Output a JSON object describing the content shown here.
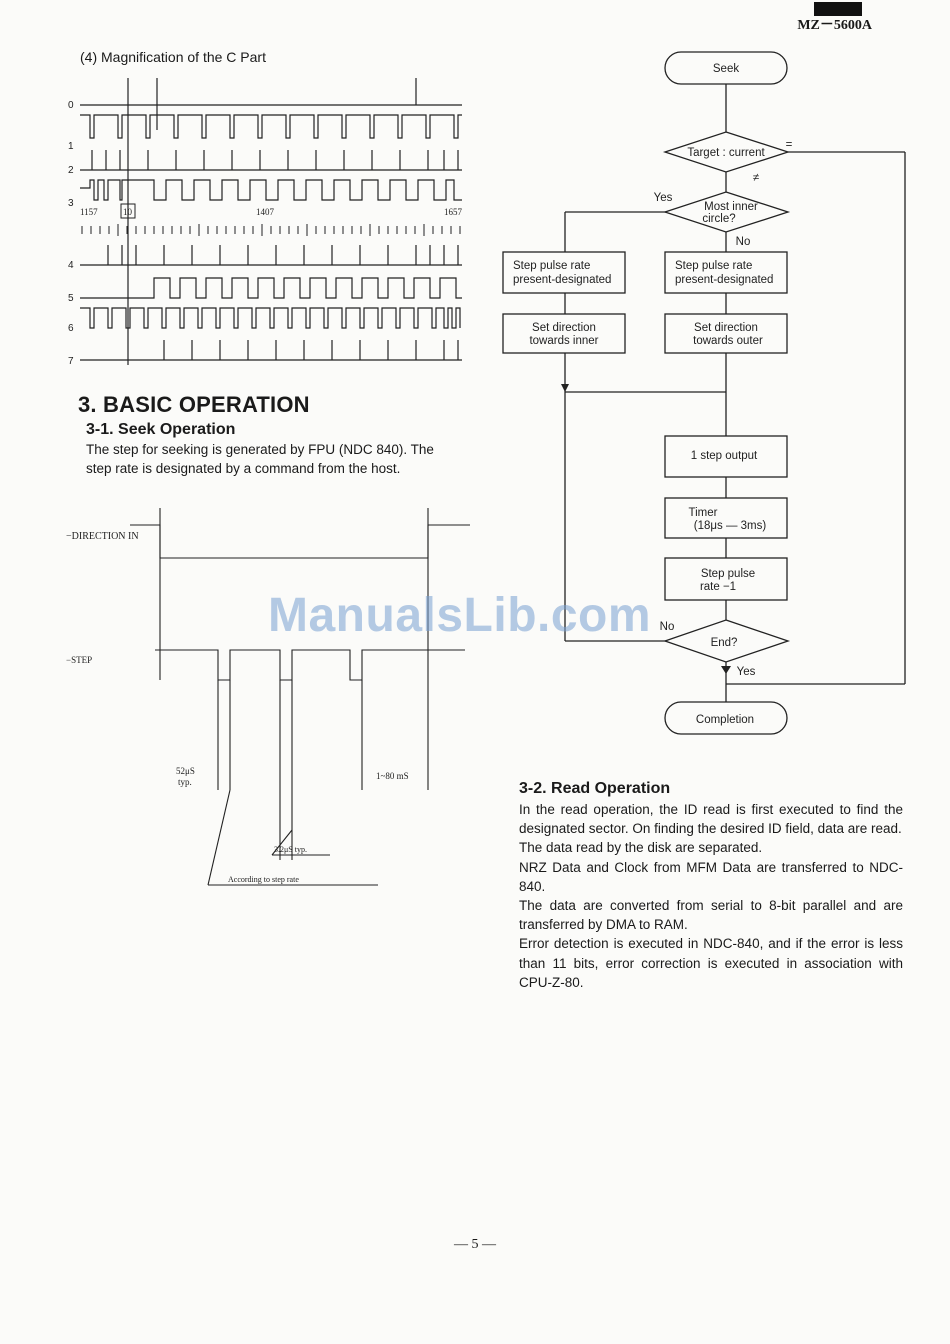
{
  "header": {
    "model": "MZ－5600A"
  },
  "timing_diagram": {
    "caption": "(4)  Magnification of the C Part",
    "row_labels": [
      "0",
      "1",
      "2",
      "3",
      "4",
      "5",
      "6",
      "7"
    ],
    "counter_labels": [
      "1157",
      "10",
      "1407",
      "1657"
    ]
  },
  "section3": {
    "title": "3. BASIC OPERATION",
    "sub1_title": "3-1.  Seek Operation",
    "sub1_text": "The step for seeking is generated by FPU (NDC 840). The step rate is designated by a command from the host."
  },
  "seek_timing": {
    "direction_label": "−DIRECTION IN",
    "step_label": "−STEP",
    "pulse_width": "52μS",
    "pulse_width_typ": "typ.",
    "period_range": "1~80 mS",
    "interval": "3.2μS typ.",
    "according": "According to step rate"
  },
  "flowchart": {
    "seek": "Seek",
    "target_line1": "Target : current",
    "equal": "=",
    "not_equal": "≠",
    "yes1": "Yes",
    "inner_line1": "Most inner",
    "inner_line2": "circle?",
    "no1": "No",
    "step_pulse_l1": "Step pulse rate",
    "step_pulse_l2": "present-designated",
    "step_pulse_r1": "Step pulse rate",
    "step_pulse_r2": "present-designated",
    "dir_inner_1": "Set direction",
    "dir_inner_2": "towards inner",
    "dir_outer_1": "Set direction",
    "dir_outer_2": "towards outer",
    "one_step": "1 step output",
    "timer_1": "Timer",
    "timer_2": "(18μs — 3ms)",
    "step_dec_1": "Step pulse",
    "step_dec_2": "rate −1",
    "no2": "No",
    "end": "End?",
    "yes2": "Yes",
    "completion": "Completion"
  },
  "section32": {
    "title": "3-2.  Read Operation",
    "paragraphs": [
      "In the read operation, the ID read is first executed to find the designated sector. On finding the desired ID field, data are read.",
      "The data read by the disk are separated.",
      "NRZ Data and Clock from MFM Data are transferred to NDC-840.",
      "The data are converted from serial to 8-bit parallel and are transferred by DMA to RAM.",
      "Error detection is executed in NDC-840, and if the error is less than 11 bits, error correction is executed in association with CPU-Z-80."
    ]
  },
  "page_number": "— 5 —",
  "watermark": "ManualsLib.com"
}
